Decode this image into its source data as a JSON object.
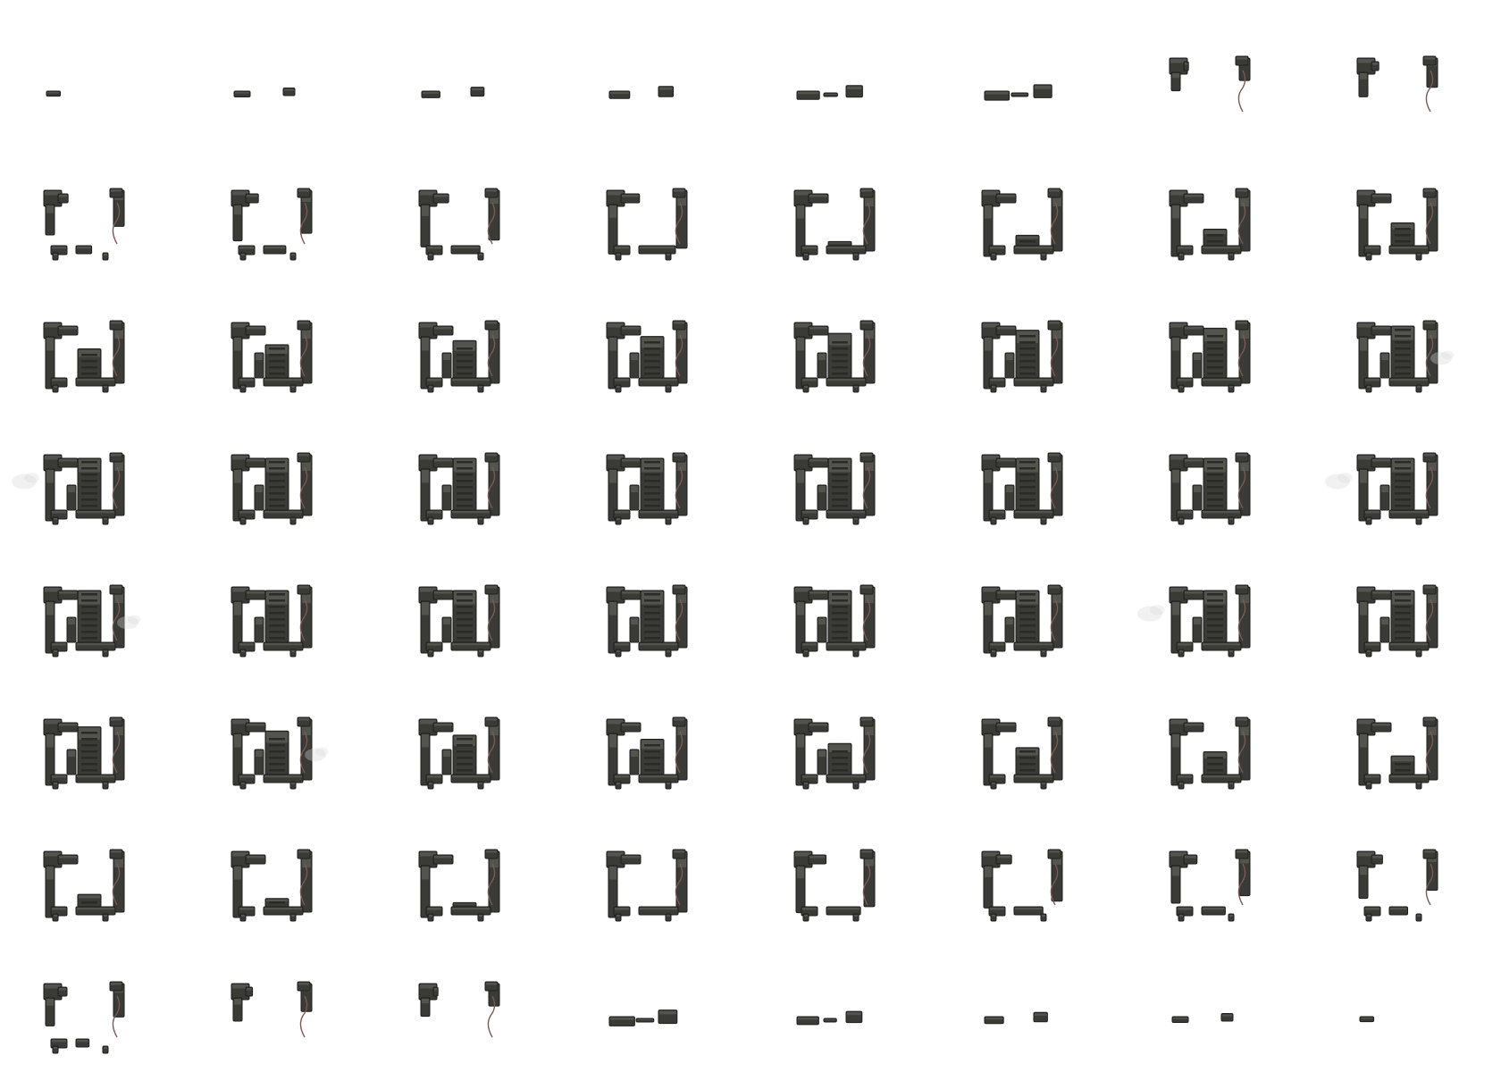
{
  "sprite_sheet": {
    "columns": 8,
    "rows": 8,
    "colors": {
      "background": "#ffffff",
      "metal_dark": "#3a3a36",
      "metal_mid": "#4c4c47",
      "metal_light": "#6a6a62",
      "outline": "#1e1e1c",
      "rung": "#2a2a27",
      "cable": "#7a5a52",
      "smoke": "#d8d8d8"
    },
    "phases": {
      "appear": 8,
      "frame_build": 6,
      "ladder_build": 10,
      "ladder_full": 16,
      "ladder_remove": 12,
      "frame_break": 7,
      "vanish": 5
    },
    "frames": [
      {
        "build": 0.02
      },
      {
        "build": 0.05
      },
      {
        "build": 0.08
      },
      {
        "build": 0.11
      },
      {
        "build": 0.14
      },
      {
        "build": 0.17
      },
      {
        "build": 0.22
      },
      {
        "build": 0.27
      },
      {
        "build": 0.32
      },
      {
        "build": 0.37
      },
      {
        "build": 0.42
      },
      {
        "build": 0.48
      },
      {
        "build": 0.54
      },
      {
        "build": 0.6
      },
      {
        "build": 0.66
      },
      {
        "build": 0.72
      },
      {
        "build": 0.78
      },
      {
        "build": 0.82
      },
      {
        "build": 0.86
      },
      {
        "build": 0.9
      },
      {
        "build": 0.93
      },
      {
        "build": 0.96
      },
      {
        "build": 0.98
      },
      {
        "build": 1.0
      },
      {
        "build": 1.0
      },
      {
        "build": 1.0
      },
      {
        "build": 1.0
      },
      {
        "build": 1.0
      },
      {
        "build": 1.0
      },
      {
        "build": 1.0
      },
      {
        "build": 1.0
      },
      {
        "build": 1.0
      },
      {
        "build": 1.0
      },
      {
        "build": 1.0
      },
      {
        "build": 1.0
      },
      {
        "build": 1.0
      },
      {
        "build": 1.0
      },
      {
        "build": 1.0
      },
      {
        "build": 1.0
      },
      {
        "build": 1.0
      },
      {
        "build": 0.96
      },
      {
        "build": 0.92
      },
      {
        "build": 0.88
      },
      {
        "build": 0.84
      },
      {
        "build": 0.8
      },
      {
        "build": 0.76
      },
      {
        "build": 0.72
      },
      {
        "build": 0.68
      },
      {
        "build": 0.62
      },
      {
        "build": 0.58
      },
      {
        "build": 0.54
      },
      {
        "build": 0.5
      },
      {
        "build": 0.46
      },
      {
        "build": 0.42
      },
      {
        "build": 0.38
      },
      {
        "build": 0.34
      },
      {
        "build": 0.3
      },
      {
        "build": 0.26
      },
      {
        "build": 0.22
      },
      {
        "build": 0.18
      },
      {
        "build": 0.13
      },
      {
        "build": 0.09
      },
      {
        "build": 0.05
      },
      {
        "build": 0.02
      }
    ]
  }
}
